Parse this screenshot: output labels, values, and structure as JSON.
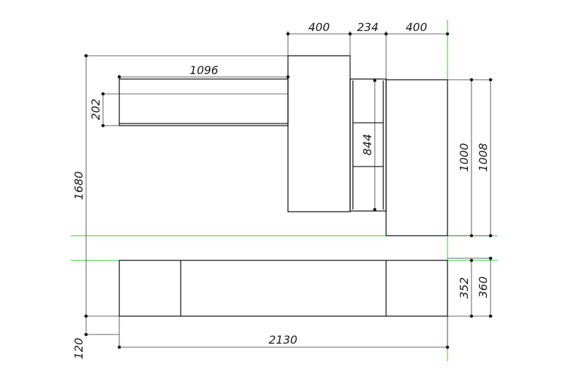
{
  "dimensions": {
    "d400_left": "400",
    "d234": "234",
    "d400_right": "400",
    "d1096": "1096",
    "d202": "202",
    "d844": "844",
    "d1000": "1000",
    "d1008": "1008",
    "d1680": "1680",
    "d352": "352",
    "d360": "360",
    "d2130": "2130",
    "d120": "120"
  },
  "colors": {
    "line": "#1a1a1a",
    "dim_line": "#333333",
    "guide": "#33cc33",
    "background": "#ffffff"
  }
}
